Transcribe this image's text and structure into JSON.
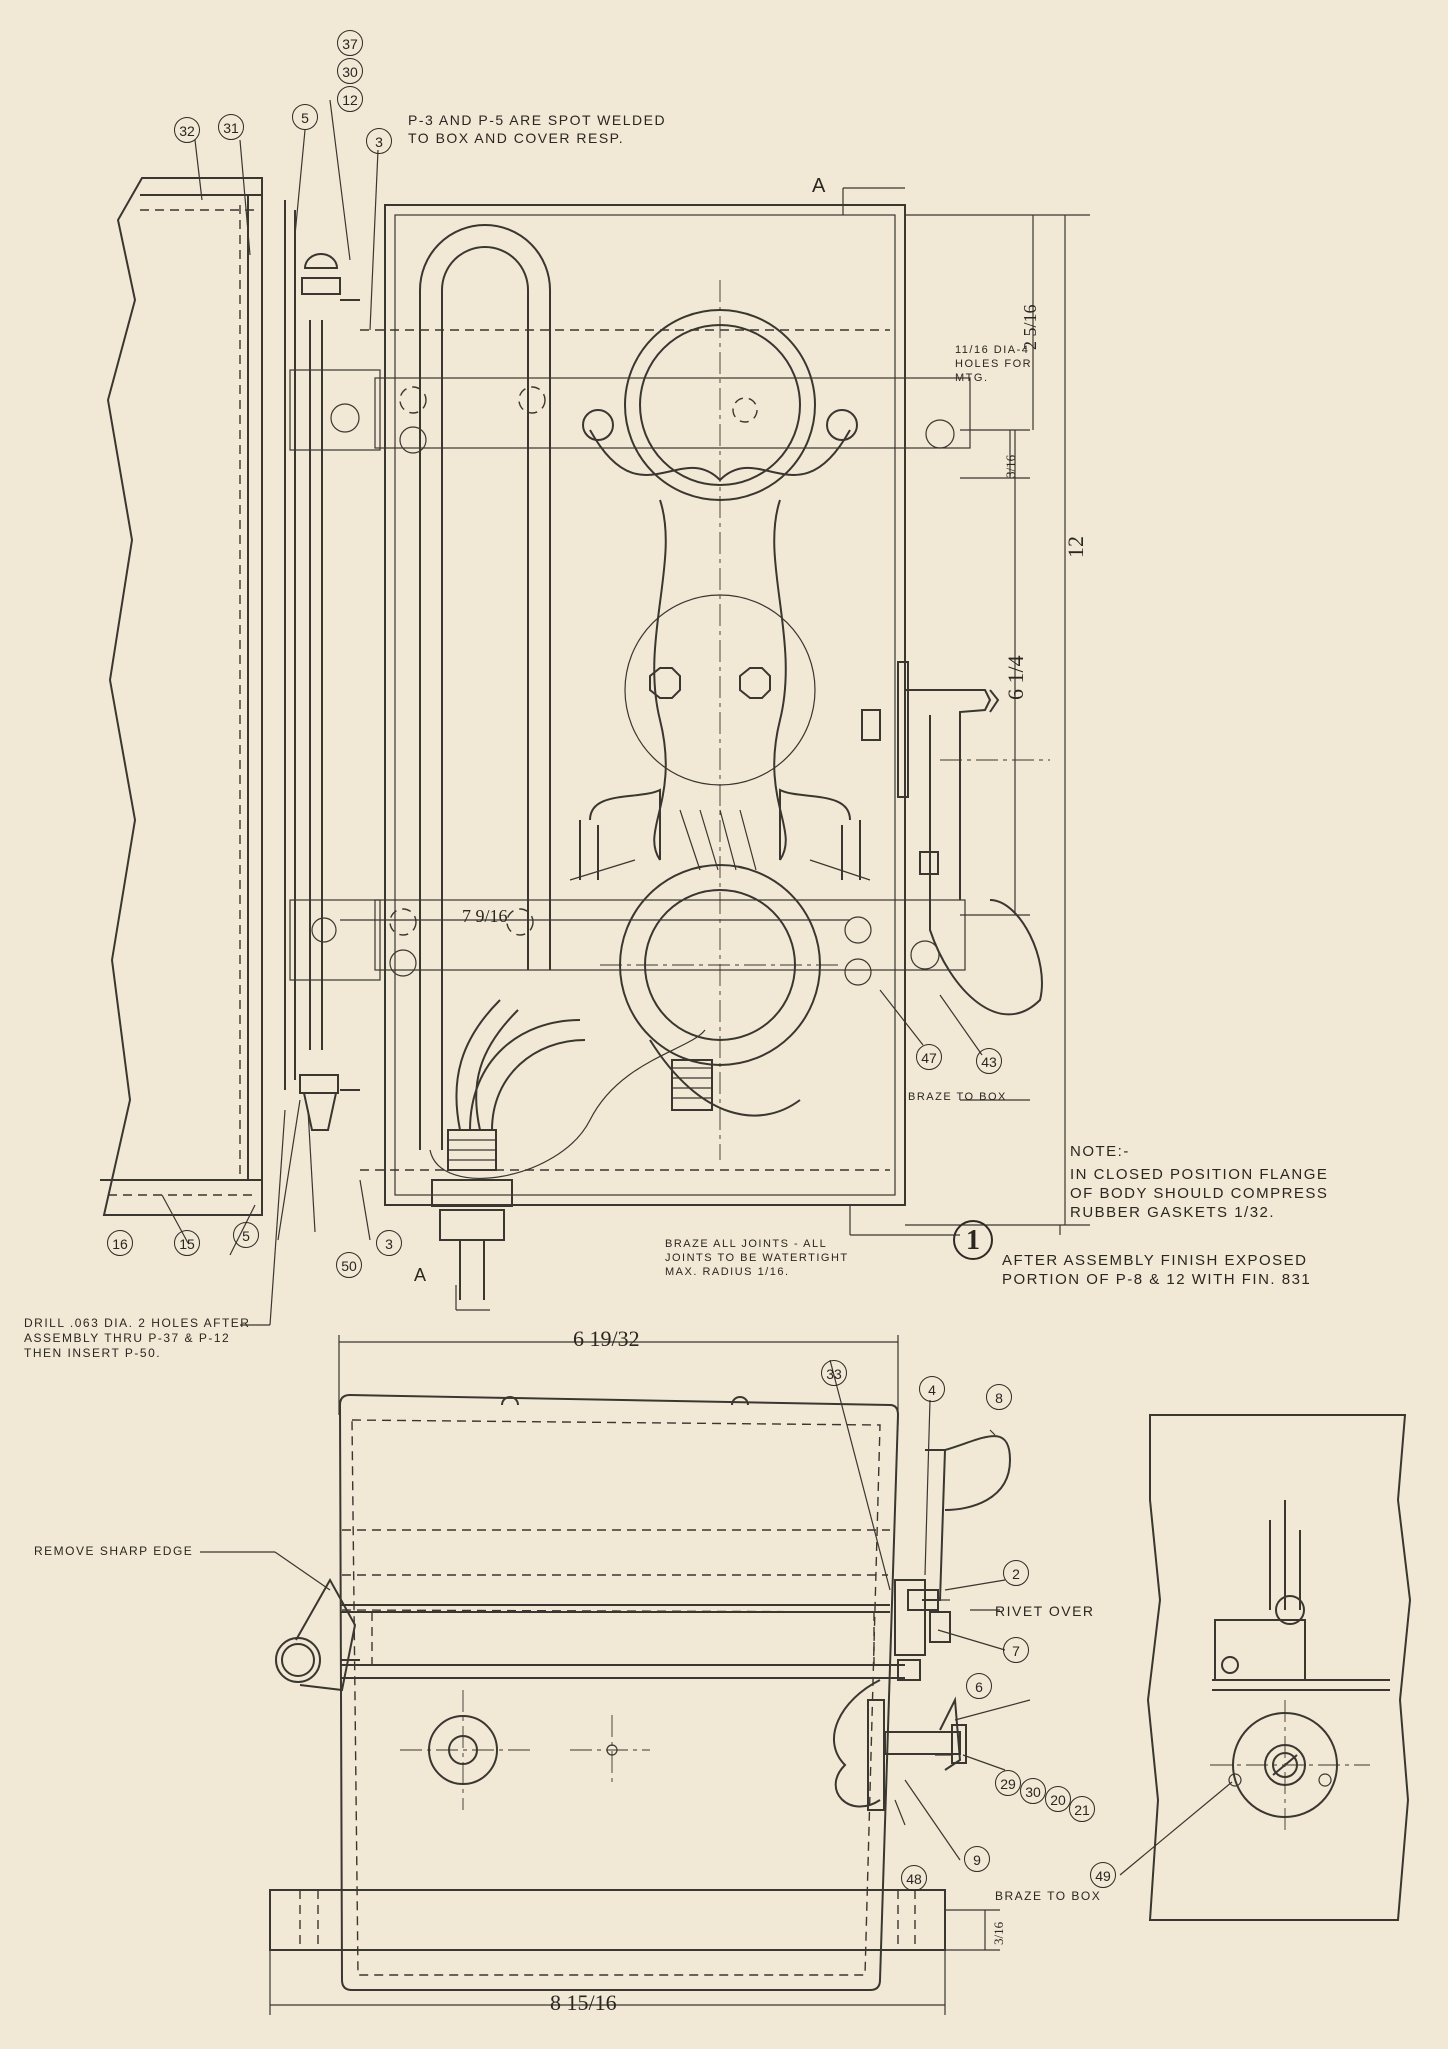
{
  "notes": {
    "spot_weld": "P-3 AND P-5 ARE SPOT WELDED\nTO BOX AND COVER RESP.",
    "mounting_holes": "11/16 DIA-4\nHOLES FOR\nMTG.",
    "braze_box_top": "BRAZE TO BOX",
    "note_title": "NOTE:-",
    "note_body": "IN CLOSED POSITION FLANGE\nOF BODY SHOULD COMPRESS\nRUBBER GASKETS 1/32.",
    "braze_joints": "BRAZE ALL JOINTS - ALL\nJOINTS TO BE WATERTIGHT\nMAX. RADIUS 1/16.",
    "finish_number": "1",
    "finish": "AFTER ASSEMBLY FINISH EXPOSED\nPORTION OF P-8 & 12 WITH FIN. 831",
    "drill": "DRILL .063 DIA. 2 HOLES AFTER\nASSEMBLY THRU P-37 & P-12\nTHEN INSERT P-50.",
    "sharp_edge": "REMOVE SHARP EDGE",
    "rivet_over": "RIVET OVER",
    "braze_box_bottom": "BRAZE TO BOX",
    "section_a_top": "A",
    "section_a_bottom": "A"
  },
  "dimensions": {
    "height_12": "12",
    "top_2_5_16": "2 5/16",
    "slot_3_16": "3/16",
    "span_6_1_4": "6 1/4",
    "span_7_9_16": "7 9/16",
    "width_6_19_32": "6 19/32",
    "base_8_15_16": "8 15/16",
    "base_3_16": "3/16"
  },
  "balloons": {
    "b37": "37",
    "b30": "30",
    "b12": "12",
    "b32": "32",
    "b31": "31",
    "b5a": "5",
    "b3a": "3",
    "b16": "16",
    "b15": "15",
    "b5b": "5",
    "b50": "50",
    "b3b": "3",
    "b47": "47",
    "b43": "43",
    "b33": "33",
    "b4": "4",
    "b8": "8",
    "b2": "2",
    "b7": "7",
    "b6": "6",
    "b29": "29",
    "b30b": "30",
    "b20": "20",
    "b21": "21",
    "b9": "9",
    "b48": "48",
    "b49": "49"
  }
}
